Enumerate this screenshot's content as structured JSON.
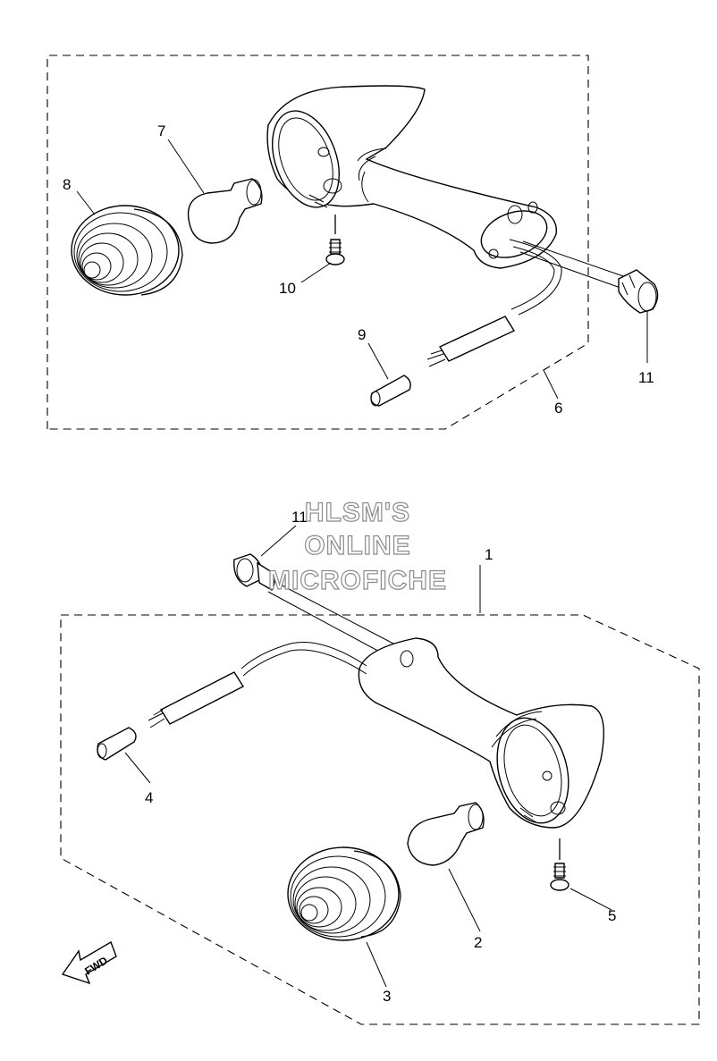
{
  "callouts": {
    "c1": "1",
    "c2": "2",
    "c3": "3",
    "c4": "4",
    "c5": "5",
    "c6": "6",
    "c7": "7",
    "c8": "8",
    "c9": "9",
    "c10": "10",
    "c11_top": "11",
    "c11_bottom": "11"
  },
  "watermark": {
    "line1": "HLSM'S",
    "line2": "ONLINE",
    "line3": "MICROFICHE"
  },
  "fwd_label": "FWD"
}
